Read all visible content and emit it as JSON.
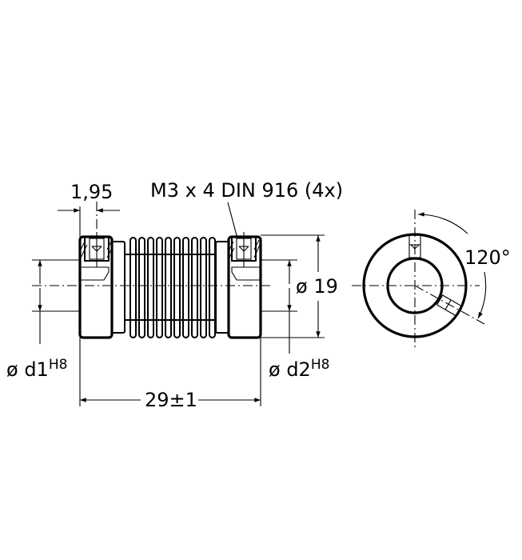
{
  "drawing": {
    "type": "technical-drawing",
    "subject": "bellows coupling",
    "background": "#ffffff",
    "line_color": "#000000"
  },
  "labels": {
    "gap_dim": "1,95",
    "screw_note": "M3 x 4 DIN 916 (4x)",
    "outer_dia": "ø 19",
    "bore1_main": "ø d1",
    "bore1_tol": "H8",
    "bore2_main": "ø d2",
    "bore2_tol": "H8",
    "length_dim": "29±1",
    "angle": "120°"
  },
  "views": {
    "side_view": {
      "name": "side view",
      "bellows_convolutions": 10
    },
    "end_view": {
      "name": "end view",
      "screw_angle_deg": 120
    }
  }
}
